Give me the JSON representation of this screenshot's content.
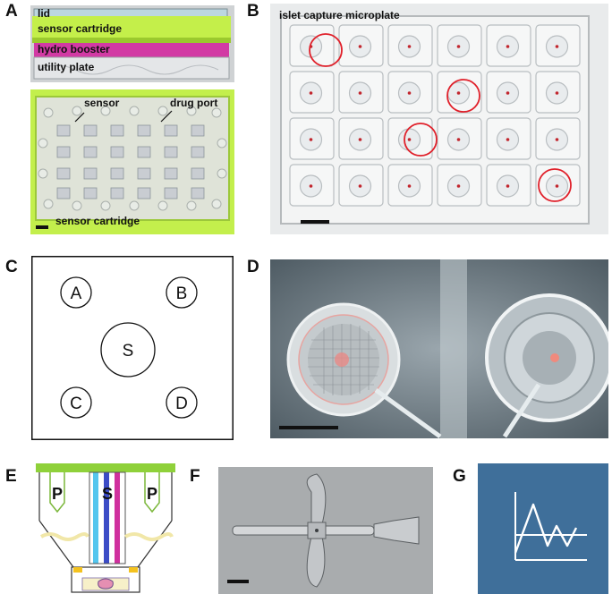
{
  "panels": {
    "a": {
      "letter": "A",
      "top_labels": [
        "lid",
        "sensor cartridge",
        "hydro booster",
        "utility plate"
      ],
      "bottom_labels": {
        "sensor": "sensor",
        "drug_port": "drug port",
        "cartridge": "sensor cartridge"
      }
    },
    "b": {
      "letter": "B",
      "title": "islet capture microplate"
    },
    "c": {
      "letter": "C",
      "wells": [
        "A",
        "B",
        "S",
        "C",
        "D"
      ]
    },
    "d": {
      "letter": "D"
    },
    "e": {
      "letter": "E",
      "labels": [
        "P",
        "S",
        "P"
      ]
    },
    "f": {
      "letter": "F"
    },
    "g": {
      "letter": "G"
    }
  },
  "colors": {
    "lime": "#b7ea3c",
    "magenta": "#d0309e",
    "red_circle": "#e0202a",
    "blue_box": "#3f6f9a"
  }
}
